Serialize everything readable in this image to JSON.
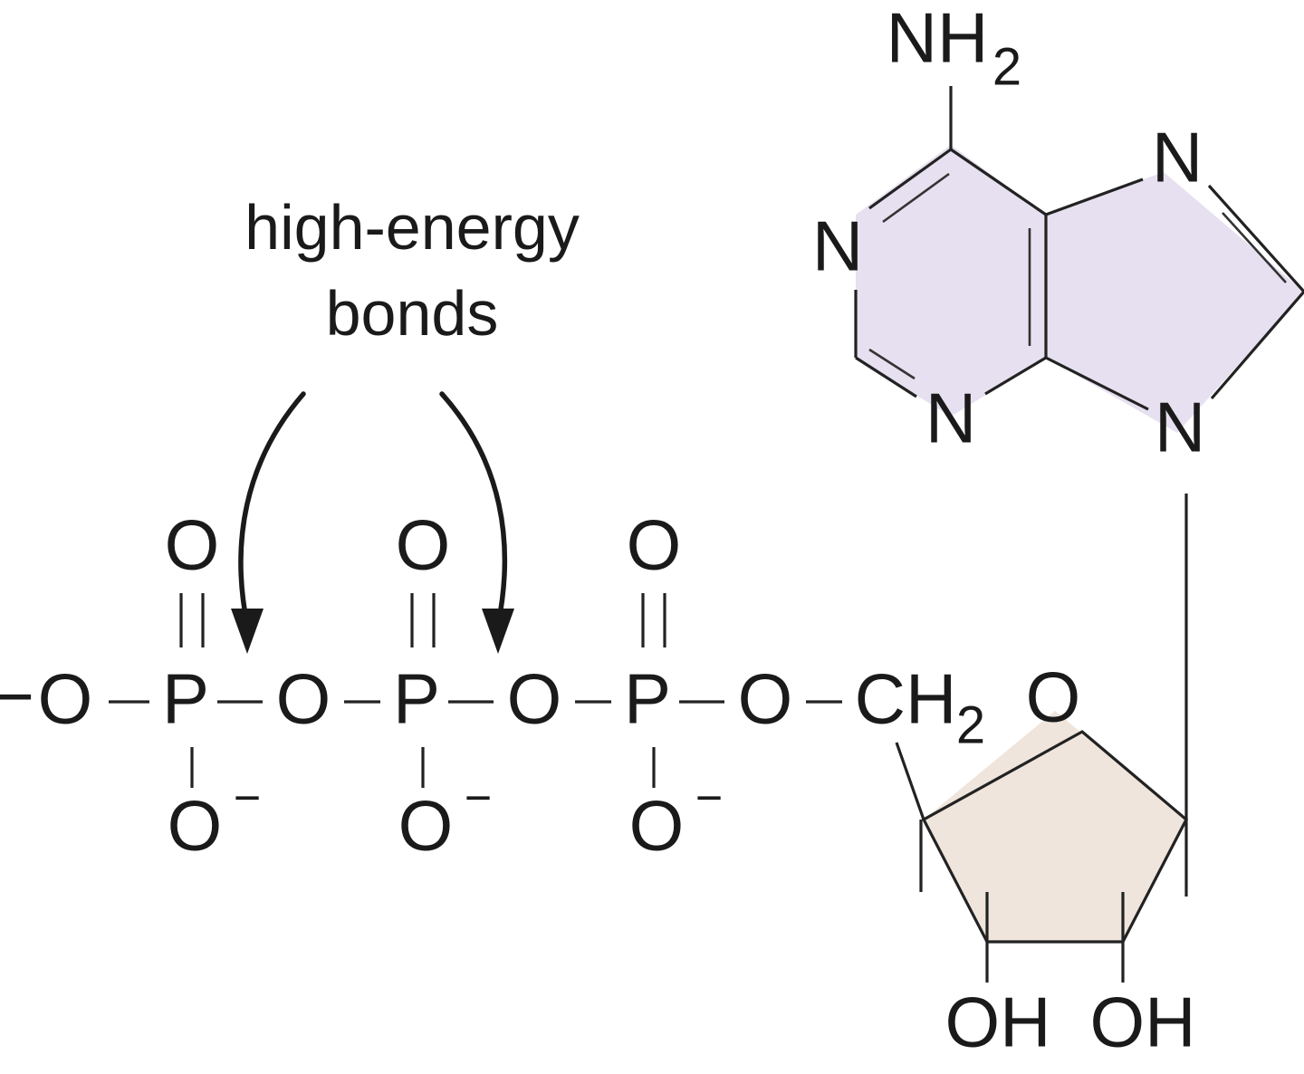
{
  "caption": {
    "line1": "high-energy",
    "line2": "bonds"
  },
  "atoms": {
    "o_terminal": "O",
    "o_bridge": "O",
    "o_double": "O",
    "o_minus": "O",
    "phosphorus": "P",
    "ch": "CH",
    "ch_sub": "2",
    "ring_o": "O",
    "nitrogen": "N",
    "nh": "NH",
    "nh_sub": "2",
    "hydroxyl": "OH",
    "minus": "−"
  },
  "colors": {
    "adenine_fill": "#e6e0f0",
    "ribose_fill": "#efe5dc",
    "line": "#222222"
  }
}
